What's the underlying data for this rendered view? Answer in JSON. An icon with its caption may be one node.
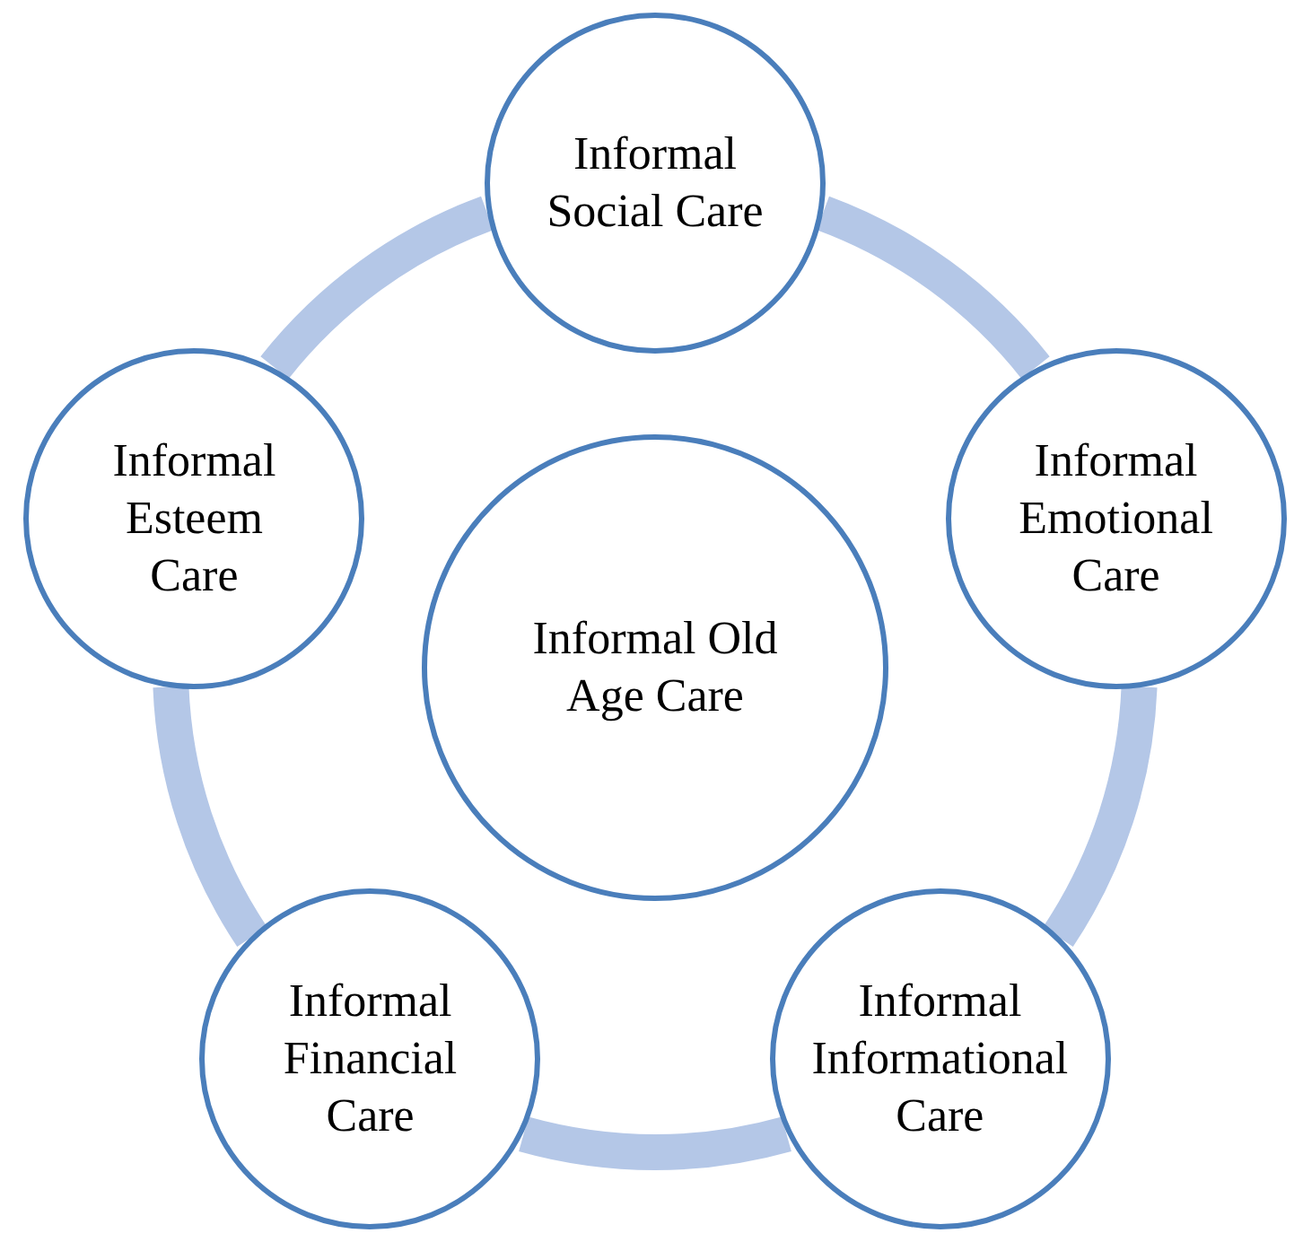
{
  "diagram": {
    "nodes": [
      {
        "text": [
          "Informal Old Age Care"
        ]
      },
      {
        "text": [
          "Informal Social Care"
        ]
      },
      {
        "text": [
          "Informal Emotional Care"
        ]
      },
      {
        "text": [
          "Informal Informational Care"
        ]
      },
      {
        "text": [
          "Informal Financial Care"
        ]
      },
      {
        "text": [
          "Informal Esteem Care"
        ]
      }
    ],
    "edges": [
      {
        "from": 1,
        "to": 2,
        "arrow": "none"
      },
      {
        "from": 2,
        "to": 3,
        "arrow": "none"
      },
      {
        "from": 3,
        "to": 4,
        "arrow": "none"
      },
      {
        "from": 4,
        "to": 5,
        "arrow": "none"
      },
      {
        "from": 5,
        "to": 1,
        "arrow": "none"
      }
    ]
  }
}
